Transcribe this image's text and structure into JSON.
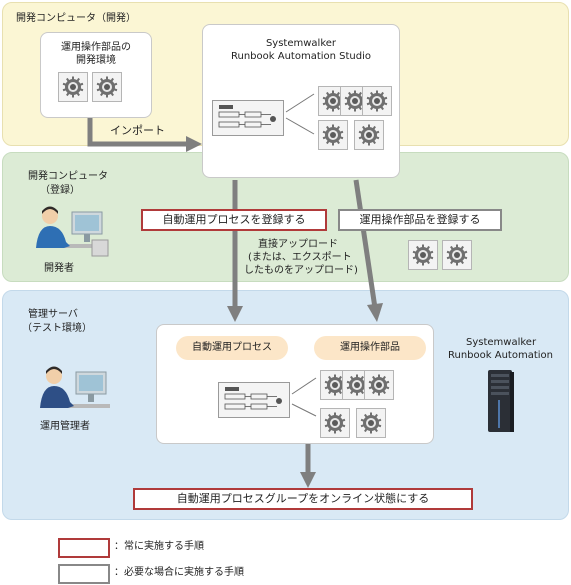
{
  "zones": {
    "dev_computer_label": "開発コンピュータ（開発）",
    "reg_computer_label_1": "開発コンピュータ",
    "reg_computer_label_2": "（登録）",
    "mgmt_server_label_1": "管理サーバ",
    "mgmt_server_label_2": "（テスト環境）"
  },
  "dev_env": {
    "title_line1": "運用操作部品の",
    "title_line2": "開発環境"
  },
  "studio": {
    "title_line1": "Systemwalker",
    "title_line2": "Runbook Automation Studio"
  },
  "import_label": "インポート",
  "steps": {
    "register_process": "自動運用プロセスを登録する",
    "register_parts": "運用操作部品を登録する",
    "direct_upload_line1": "直接アップロード",
    "direct_upload_line2": "(または、エクスポート",
    "direct_upload_line3": "したものをアップロード)",
    "online": "自動運用プロセスグループをオンライン状態にする"
  },
  "people": {
    "developer": "開発者",
    "operator": "運用管理者"
  },
  "server": {
    "process_label": "自動運用プロセス",
    "parts_label": "運用操作部品",
    "product_line1": "Systemwalker",
    "product_line2": "Runbook Automation"
  },
  "legend": {
    "always": "：常に実施する手順",
    "when_needed": "：必要な場合に実施する手順"
  },
  "colors": {
    "red_border": "#b03a3a",
    "gray_border": "#888888",
    "arrow": "#7f7f7f"
  }
}
